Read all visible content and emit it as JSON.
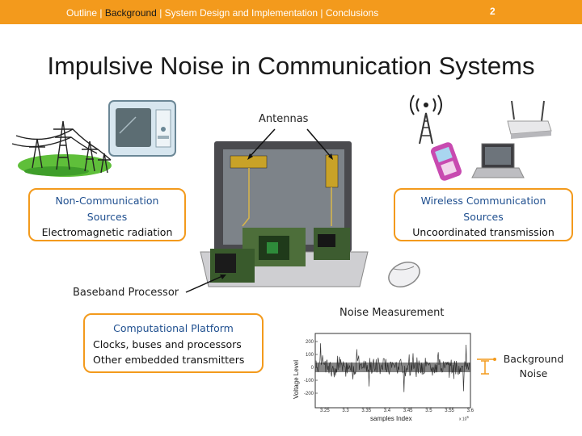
{
  "header": {
    "nav_before": "Outline | ",
    "nav_active": "Background",
    "nav_after": " | System Design and Implementation | Conclusions",
    "slide_number": "2"
  },
  "title": "Impulsive Noise in Communication Systems",
  "labels": {
    "antennas": "Antennas",
    "baseband": "Baseband Processor",
    "noise_measurement": "Noise Measurement",
    "background_noise_1": "Background",
    "background_noise_2": "Noise"
  },
  "boxes": {
    "non_comm": [
      "Non-Communication",
      "Sources",
      "Electromagnetic radiation"
    ],
    "wireless": [
      "Wireless Communication",
      "Sources",
      "Uncoordinated transmission"
    ],
    "computational": [
      "Computational Platform",
      "Clocks, buses and processors",
      "Other embedded transmitters"
    ]
  },
  "plot": {
    "ylabel": "Voltage Level",
    "xlabel": "samples Index",
    "yticks": [
      "200",
      "100",
      "0",
      "-100",
      "-200"
    ],
    "xticks": [
      "3.25",
      "3.3",
      "3.35",
      "3.4",
      "3.45",
      "3.5",
      "3.55",
      "3.6"
    ],
    "x_exponent": "x 10",
    "x_exponent_power": "5"
  },
  "icons": [
    "power-lines-icon",
    "microwave-icon",
    "laptop-icon",
    "cell-tower-icon",
    "router-icon",
    "mobile-phone-icon",
    "small-laptop-icon",
    "mouse-icon"
  ]
}
